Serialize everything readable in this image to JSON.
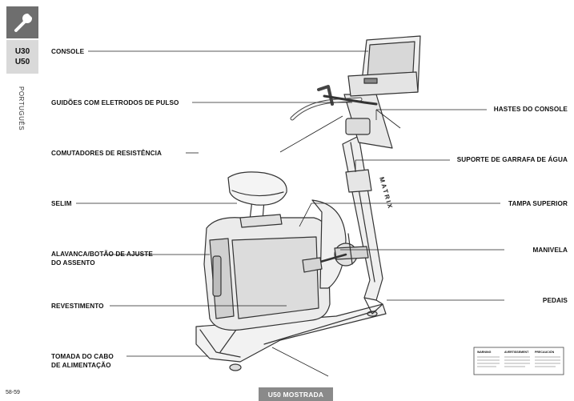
{
  "sidebar": {
    "icon": "wrench-icon",
    "models": [
      "U30",
      "U50"
    ],
    "language": "PORTUGUÊS"
  },
  "labels_left": {
    "console": "CONSOLE",
    "grips": "GUIDÕES COM ELETRODOS DE PULSO",
    "resistance": "COMUTADORES DE RESISTÊNCIA",
    "seat": "SELIM",
    "seat_adjust_1": "ALAVANCA/BOTÃO DE AJUSTE",
    "seat_adjust_2": "DO ASSENTO",
    "shroud": "REVESTIMENTO",
    "power_1": "TOMADA DO CABO",
    "power_2": "DE ALIMENTAÇÃO"
  },
  "labels_right": {
    "console_masts": "HASTES DO CONSOLE",
    "bottle_holder": "SUPORTE DE GARRAFA DE ÁGUA",
    "top_cover": "TAMPA SUPERIOR",
    "crank": "MANIVELA",
    "pedals": "PEDAIS"
  },
  "brand": "MATRIX",
  "warning_headers": [
    "WARNING",
    "AVERTISSEMENT",
    "PRECAUCIÓN"
  ],
  "page_number": "58-59",
  "caption": "U50 MOSTRADA"
}
